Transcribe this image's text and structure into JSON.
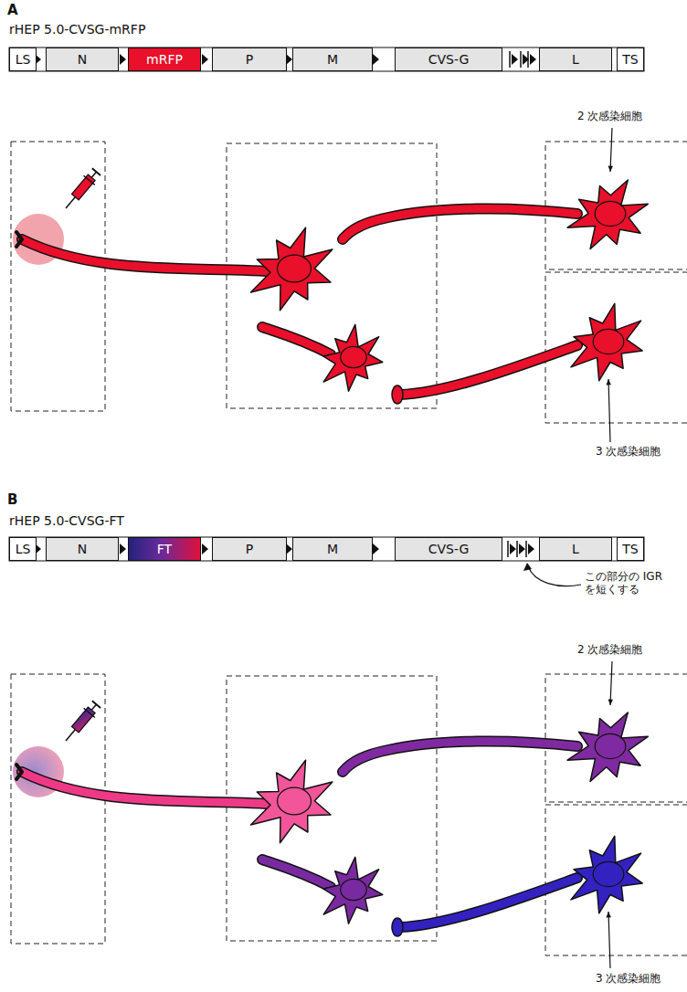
{
  "diagram": {
    "nodes": [
      {
        "text": [
          "LS"
        ]
      },
      {
        "text": [
          "N"
        ]
      },
      {
        "text": [
          "mRFP"
        ]
      },
      {
        "text": [
          "P"
        ]
      },
      {
        "text": [
          "M"
        ]
      },
      {
        "text": [
          "CVS-G"
        ]
      },
      {
        "text": [
          "L"
        ]
      },
      {
        "text": [
          "TS"
        ]
      },
      {
        "text": [
          "LS"
        ]
      },
      {
        "text": [
          "N"
        ]
      },
      {
        "text": [
          "FT"
        ]
      },
      {
        "text": [
          "P"
        ]
      },
      {
        "text": [
          "M"
        ]
      },
      {
        "text": [
          "CVS-G"
        ]
      },
      {
        "text": [
          "L"
        ]
      },
      {
        "text": [
          "TS"
        ]
      }
    ],
    "labels": [
      "A",
      "rHEP 5.0-CVSG-mRFP",
      "2 次感染細胞",
      "3 次感染細胞",
      "B",
      "rHEP 5.0-CVSG-FT",
      "この部分の IGR を短くする",
      "2 次感染細胞",
      "3 次感染細胞"
    ]
  }
}
